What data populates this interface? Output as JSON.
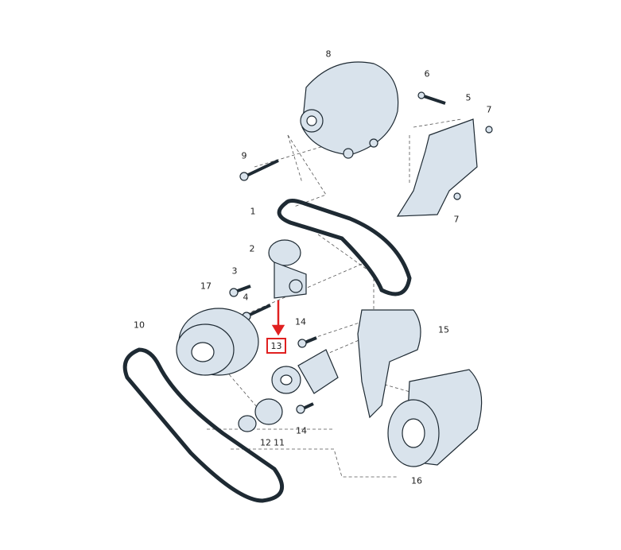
{
  "diagram": {
    "highlight_color": "#e02020",
    "part_color": "#d9e3ec",
    "outline_color": "#1e2a33",
    "highlighted_label": "13",
    "callouts": {
      "alternator": "8",
      "bolt_6": "6",
      "bracket_5": "5",
      "nut_7_top": "7",
      "bolt_9": "9",
      "belt_1": "1",
      "nut_7_bottom": "7",
      "tensioner_2": "2",
      "bolt_3": "3",
      "vibration_damper": "17",
      "bolt_4": "4",
      "belt_10": "10",
      "bolt_14_top": "14",
      "bracket_15": "15",
      "cap_12": "12",
      "idler_11": "11",
      "bolt_14_bottom": "14",
      "compressor": "16"
    }
  }
}
